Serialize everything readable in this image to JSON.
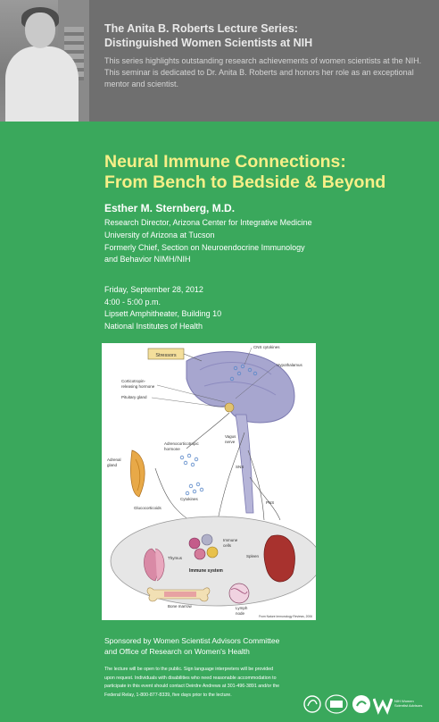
{
  "header": {
    "series_title_line1": "The Anita B. Roberts Lecture Series:",
    "series_title_line2": "Distinguished Women Scientists at NIH",
    "description": "This series highlights outstanding research achievements of women scientists at the NIH. This seminar is dedicated to Dr. Anita B. Roberts and honors her role as an exceptional mentor and scientist."
  },
  "lecture": {
    "title_line1": "Neural Immune Connections:",
    "title_line2": "From Bench to Bedside & Beyond",
    "speaker": "Esther M. Sternberg, M.D.",
    "affiliations": [
      "Research Director, Arizona Center for Integrative Medicine",
      "University of Arizona at Tucson",
      "Formerly Chief, Section on Neuroendocrine Immunology",
      "and Behavior NIMH/NIH"
    ],
    "date": "Friday, September 28, 2012",
    "time": "4:00 - 5:00 p.m.",
    "location": "Lipsett Amphitheater, Building 10",
    "institution": "National Institutes of Health"
  },
  "figure": {
    "labels": {
      "stressors": "Stressors",
      "cns_cytokines": "CNS cytokines",
      "hypothalamus": "Hypothalamus",
      "crh_line1": "Corticotropin-",
      "crh_line2": "releasing hormone",
      "pituitary": "Pituitary gland",
      "acth_line1": "Adrenocorticotropic",
      "acth_line2": "hormone",
      "vagus_line1": "Vagus",
      "vagus_line2": "nerve",
      "adrenal_line1": "Adrenal",
      "adrenal_line2": "gland",
      "sns": "SNS",
      "cytokines": "Cytokines",
      "pns": "PNS",
      "glucocorticoids": "Glucocorticoids",
      "immune_cells_line1": "Immune",
      "immune_cells_line2": "cells",
      "thymus": "Thymus",
      "spleen": "Spleen",
      "immune_system": "Immune system",
      "bone_marrow": "Bone marrow",
      "lymph_line1": "Lymph",
      "lymph_line2": "node",
      "credit": "From Nature Immunology Reviews, 2006"
    }
  },
  "sponsor": {
    "line1": "Sponsored by Women Scientist Advisors Committee",
    "line2": "and Office of Research on Women's Health"
  },
  "note": "The lecture will be open to the public. Sign language interpreters will be provided upon request. Individuals with disabilities who need reasonable accommodation to participate in this event should contact Deirdre Andrews at 301-496-3891 and/or the Federal Relay, 1-800-877-8339, five days prior to the lecture.",
  "logos": {
    "wsa_text_line1": "NIH Women",
    "wsa_text_line2": "Scientist Advisors"
  },
  "colors": {
    "background": "#3aa85c",
    "header": "#6f6f6f",
    "title": "#f7ef88"
  }
}
